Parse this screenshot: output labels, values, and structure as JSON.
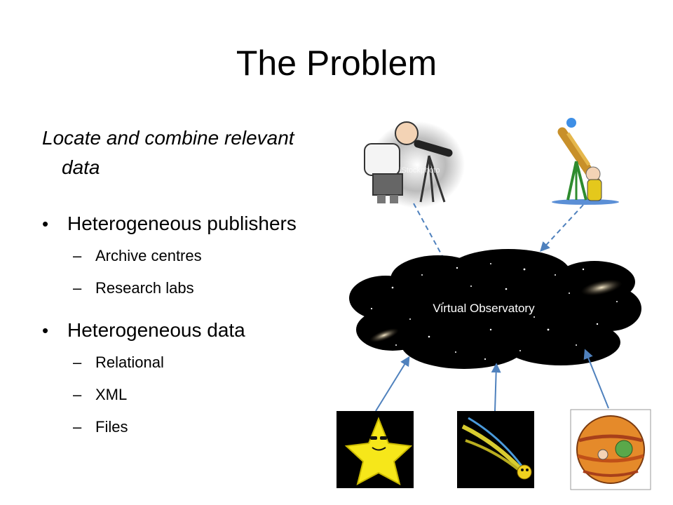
{
  "slide": {
    "title": "The Problem",
    "intro_line1": "Locate and combine relevant",
    "intro_line2": "data"
  },
  "bullets": [
    {
      "label": "Heterogeneous publishers",
      "subitems": [
        "Archive centres",
        "Research labs"
      ]
    },
    {
      "label": "Heterogeneous data",
      "subitems": [
        "Relational",
        "XML",
        "Files"
      ]
    }
  ],
  "diagram": {
    "cloud_label": "Virtual Observatory",
    "watermark": "iStockphoto",
    "icons": [
      "astronomer-telescope-icon",
      "old-astronomer-telescope-icon",
      "star-character-icon",
      "comet-character-icon",
      "planet-character-icon"
    ],
    "colors": {
      "arrow": "#4f81bd",
      "cloud": "#000000",
      "label": "#ffffff"
    }
  }
}
